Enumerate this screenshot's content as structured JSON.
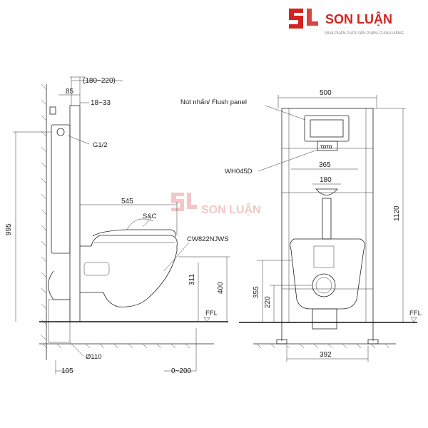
{
  "brand": {
    "name": "SON LUẬN",
    "tagline": "NHÀ PHÂN PHỐI SẢN PHẨM CHÍNH HÃNG",
    "color": "#d2231f"
  },
  "side_view": {
    "dims": {
      "total_depth": "(180~220)",
      "frame_depth": "85",
      "cover_range": "18~33",
      "height_total": "995",
      "bowl_length": "545",
      "bowl_height": "400",
      "seat_height": "311",
      "pipe_offset": "105",
      "floor_adjust": "0~200"
    },
    "labels": {
      "water_inlet": "G1/2",
      "seat": "S&C",
      "bowl_model": "CW822NJWS",
      "pipe": "Ø110",
      "floor": "FFL"
    }
  },
  "front_view": {
    "dims": {
      "frame_width": "500",
      "inner_width": "365",
      "bolt_spacing": "180",
      "frame_height": "1120",
      "outlet_height": "355",
      "bolt_height": "220",
      "foot_width": "392"
    },
    "labels": {
      "flush_panel": "Nút nhấn/ Flush panel",
      "panel_model": "WH045D",
      "panel_brand": "TOTO",
      "floor": "FFL"
    }
  }
}
